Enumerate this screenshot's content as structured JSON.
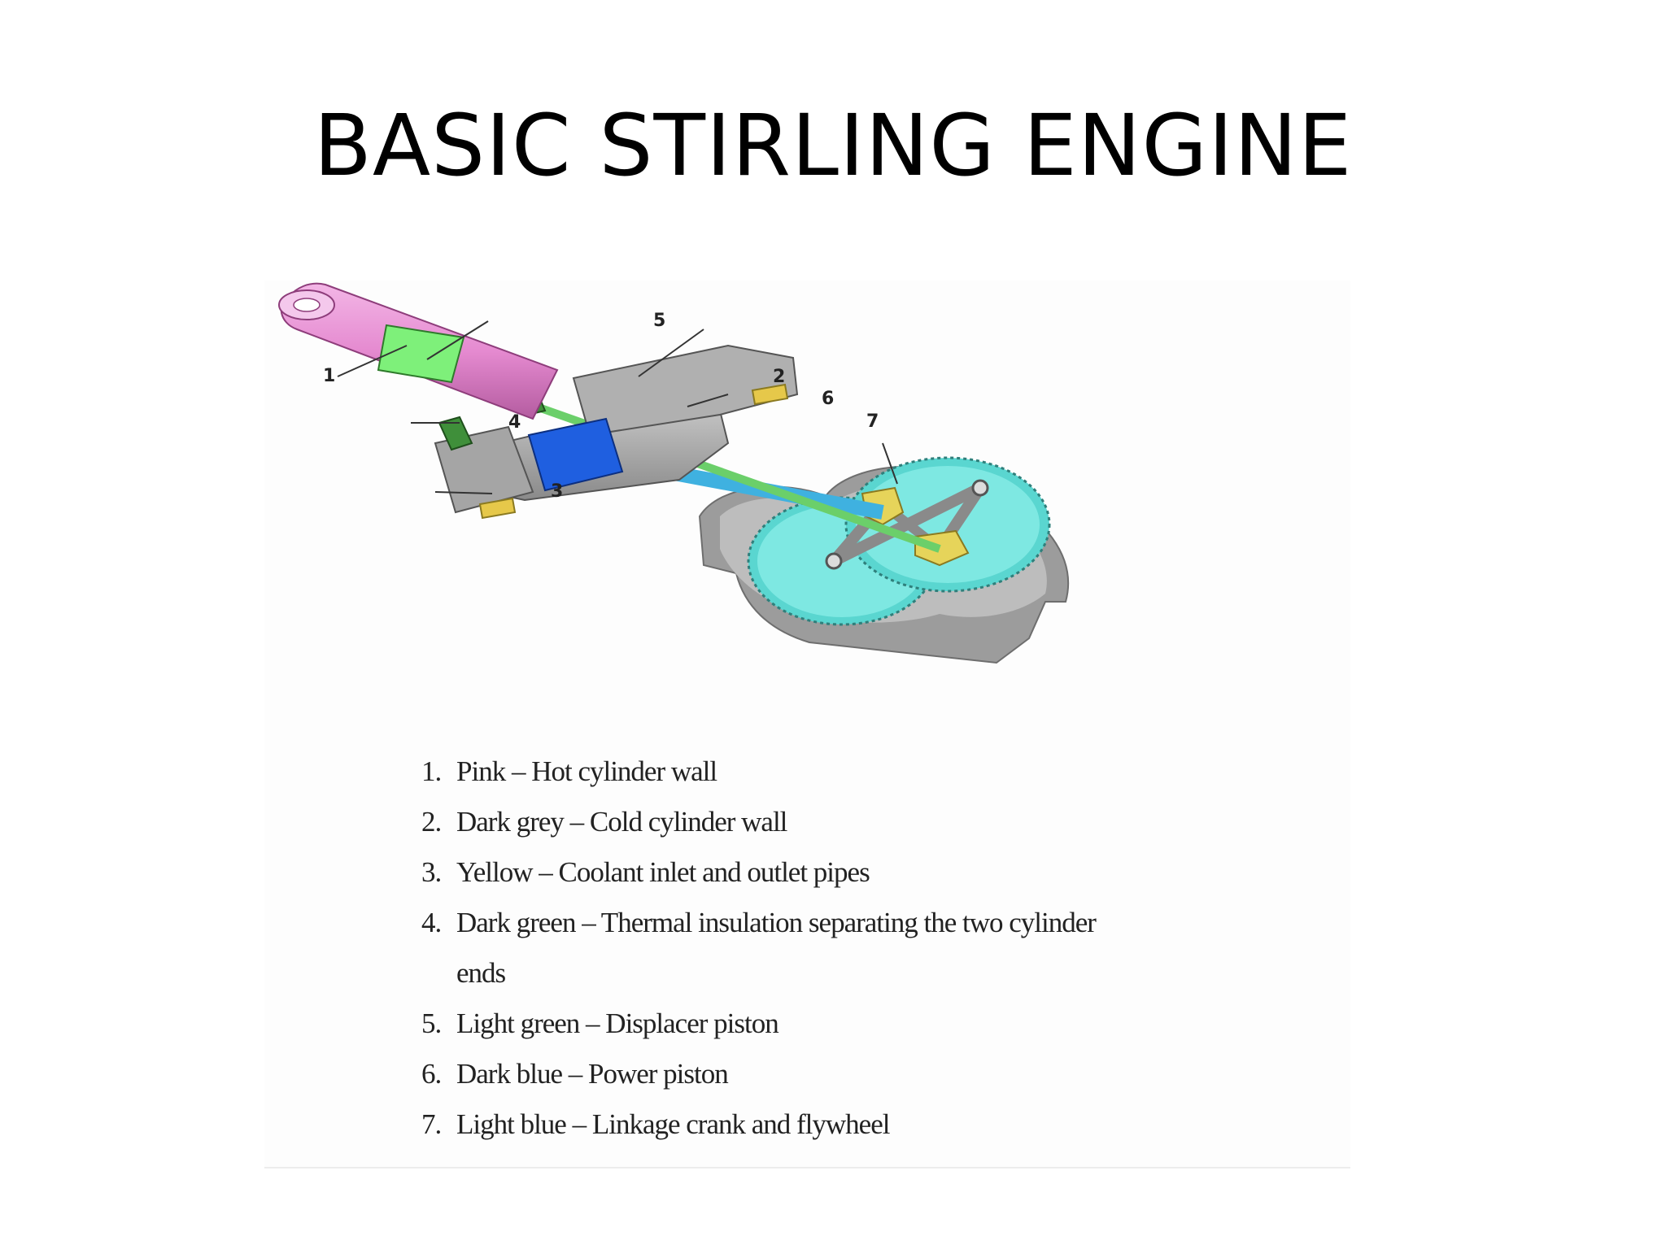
{
  "slide": {
    "title": "BASIC STIRLING ENGINE"
  },
  "diagram": {
    "callouts": [
      "1",
      "2",
      "3",
      "4",
      "5",
      "6",
      "7"
    ],
    "colors": {
      "hot_cylinder": "#e58ad0",
      "cold_cylinder": "#9a9a9a",
      "coolant_pipes": "#e6c84a",
      "insulation": "#3f8f3a",
      "displacer": "#7ef07a",
      "power_piston": "#1f5fe0",
      "flywheel": "#66e0da"
    }
  },
  "legend": {
    "items": [
      {
        "num": "1.",
        "text": "Pink – Hot cylinder wall"
      },
      {
        "num": "2.",
        "text": "Dark grey – Cold cylinder wall"
      },
      {
        "num": "3.",
        "text": "Yellow – Coolant inlet and outlet pipes"
      },
      {
        "num": "4.",
        "text": "Dark green – Thermal insulation separating the two cylinder ends"
      },
      {
        "num": "5.",
        "text": "Light green – Displacer piston"
      },
      {
        "num": "6.",
        "text": "Dark blue – Power piston"
      },
      {
        "num": "7.",
        "text": "Light blue – Linkage crank and flywheel"
      }
    ]
  }
}
